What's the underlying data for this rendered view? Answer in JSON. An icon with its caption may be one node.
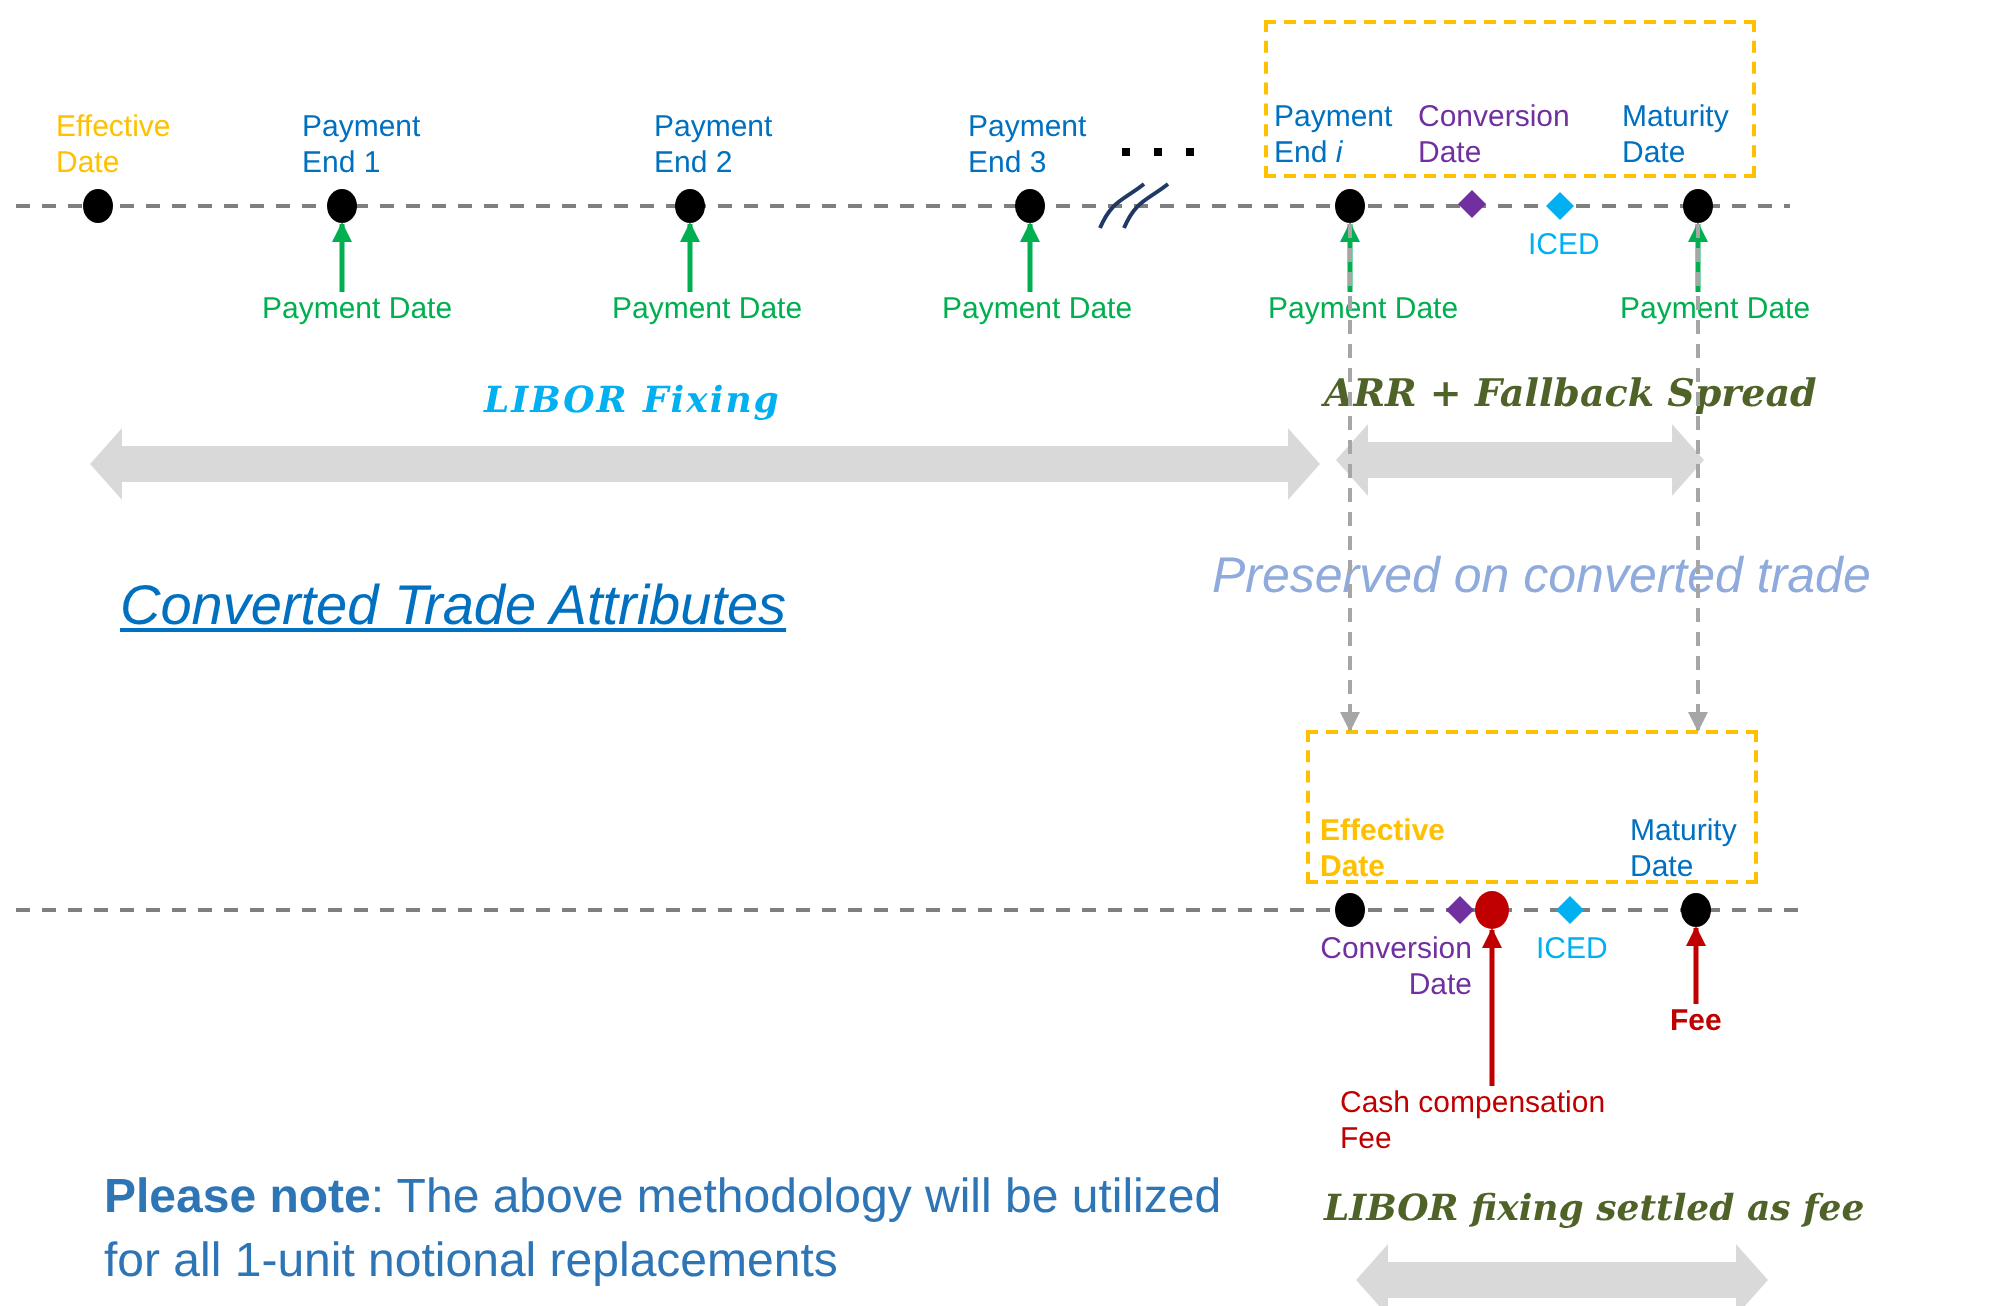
{
  "diagram": {
    "nodes": [
      {
        "text": [],
        "shape": "circle",
        "beside": [
          "Effective Date"
        ]
      },
      {
        "text": [],
        "shape": "circle",
        "beside": [
          "Payment End 1"
        ]
      },
      {
        "text": [],
        "shape": "circle",
        "beside": [
          "Payment End 2"
        ]
      },
      {
        "text": [],
        "shape": "circle",
        "beside": [
          "Payment End 3"
        ]
      },
      {
        "text": [],
        "shape": "circle"
      },
      {
        "text": [],
        "shape": "diamond"
      },
      {
        "text": [],
        "shape": "diamond",
        "beside": [
          "ICED"
        ]
      },
      {
        "text": [],
        "shape": "circle"
      },
      {
        "text": [],
        "shape": "box"
      },
      {
        "text": [
          "Payment Date"
        ]
      },
      {
        "text": [
          "Payment Date"
        ]
      },
      {
        "text": [
          "Payment Date"
        ]
      },
      {
        "text": [
          "Payment Date"
        ]
      },
      {
        "text": [
          "Payment Date"
        ]
      },
      {
        "text": [],
        "shape": "box"
      },
      {
        "text": [],
        "shape": "circle",
        "beside": [
          "Effective Date"
        ]
      },
      {
        "text": [],
        "shape": "diamond",
        "beside": [
          "Conversion Date"
        ]
      },
      {
        "text": [],
        "shape": "circle"
      },
      {
        "text": [],
        "shape": "diamond",
        "beside": [
          "ICED"
        ]
      },
      {
        "text": [],
        "shape": "circle",
        "beside": [
          "Maturity Date"
        ]
      },
      {
        "text": [
          "Cash compensation Fee"
        ]
      },
      {
        "text": [
          "Fee"
        ]
      },
      {
        "text": [
          "Payment End *i*"
        ],
        "in": 8
      },
      {
        "text": [
          "Conversion Date"
        ],
        "in": 8
      },
      {
        "text": [
          "Maturity Date"
        ],
        "in": 8
      }
    ],
    "edges": [
      {
        "from": 9,
        "to": 1,
        "arrow": "to"
      },
      {
        "from": 10,
        "to": 2,
        "arrow": "to"
      },
      {
        "from": 11,
        "to": 3,
        "arrow": "to"
      },
      {
        "from": 12,
        "to": 4,
        "arrow": "to"
      },
      {
        "from": 13,
        "to": 7,
        "arrow": "to"
      },
      {
        "from": 4,
        "to": 14,
        "arrow": "to",
        "style": "dashed",
        "color": "#a6a6a6"
      },
      {
        "from": 7,
        "to": 14,
        "arrow": "to",
        "style": "dashed",
        "color": "#a6a6a6"
      },
      {
        "from": 20,
        "to": 17,
        "arrow": "to",
        "color": "#c00000"
      },
      {
        "from": 21,
        "to": 19,
        "arrow": "to",
        "color": "#c00000"
      }
    ],
    "labels": [
      "ARR + Fallback Spread",
      "LIBOR Fixing",
      "Preserved on converted trade",
      "Converted Trade Attributes",
      "LIBOR fixing settled as fee",
      "**Please note**: The above methodology will be utilized for all 1-unit notional replacements"
    ]
  }
}
